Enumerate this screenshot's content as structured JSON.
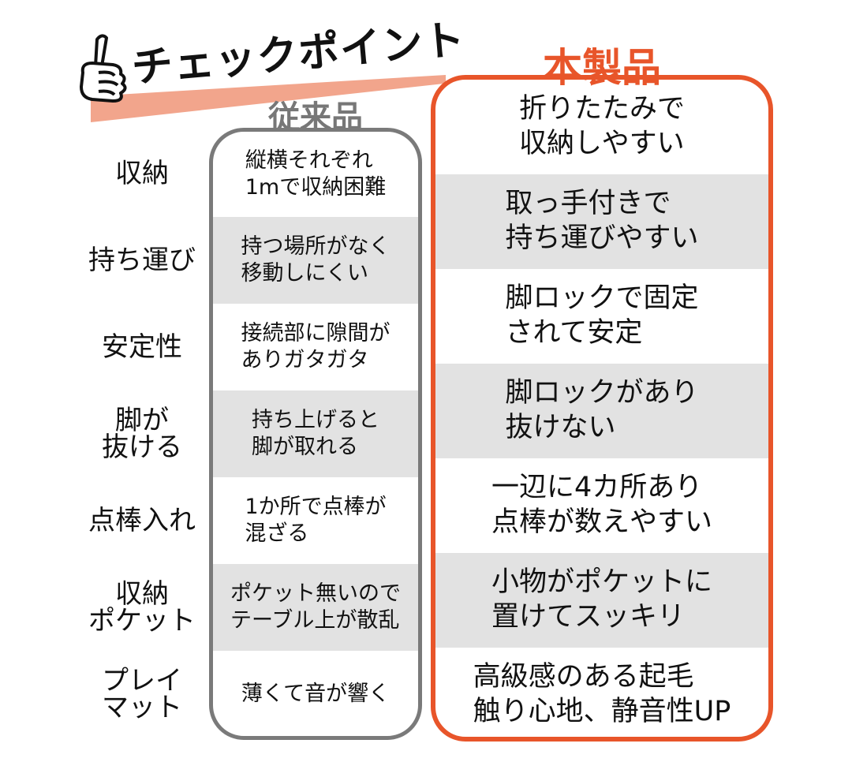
{
  "header": {
    "title": "チェックポイント",
    "icon": "pointing-hand-icon",
    "band_color": "#f2a58c"
  },
  "columns": {
    "conventional_label": "従来品",
    "product_label": "本製品",
    "conventional_color": "#7a7a7a",
    "product_color": "#e8552a"
  },
  "rows": [
    {
      "category": "収納",
      "conventional": "縦横それぞれ\n1mで収納困難",
      "product": "折りたたみで\n収納しやすい"
    },
    {
      "category": "持ち運び",
      "conventional": "持つ場所がなく\n移動しにくい",
      "product": "取っ手付きで\n持ち運びやすい"
    },
    {
      "category": "安定性",
      "conventional": "接続部に隙間が\nありガタガタ",
      "product": "脚ロックで固定\nされて安定"
    },
    {
      "category": "脚が\n抜ける",
      "conventional": "持ち上げると\n脚が取れる",
      "product": "脚ロックがあり\n抜けない"
    },
    {
      "category": "点棒入れ",
      "conventional": "1か所で点棒が\n混ざる",
      "product": "一辺に4カ所あり\n点棒が数えやすい"
    },
    {
      "category": "収納\nポケット",
      "conventional": "ポケット無いので\nテーブル上が散乱",
      "product": "小物がポケットに\n置けてスッキリ"
    },
    {
      "category": "プレイ\nマット",
      "conventional": "薄くて音が響く",
      "product": "高級感のある起毛\n触り心地、静音性UP"
    }
  ]
}
